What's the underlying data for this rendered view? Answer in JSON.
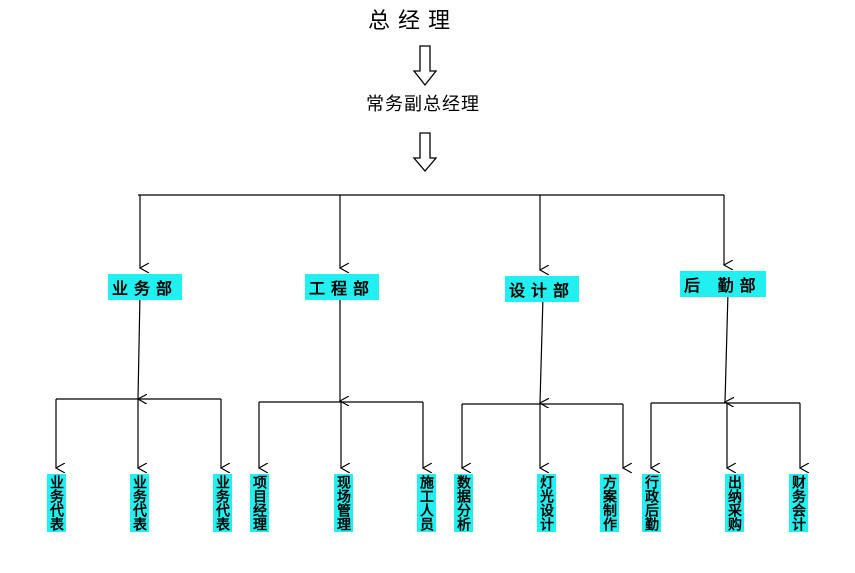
{
  "chart_title": "总经理",
  "vice_title": "常务副总经理",
  "departments": [
    {
      "label": "业务部",
      "children": [
        "业务代表",
        "业务代表",
        "业务代表"
      ]
    },
    {
      "label": "工程部",
      "children": [
        "项目经理",
        "现场管理",
        "施工人员"
      ]
    },
    {
      "label": "设计部",
      "children": [
        "数据分析",
        "灯光设计",
        "方案制作"
      ]
    },
    {
      "label": "后 勤部",
      "children": [
        "行政后勤",
        "出纳采购",
        "财务会计"
      ]
    }
  ],
  "colors": {
    "box": "#22f0f0",
    "line": "#000000"
  }
}
